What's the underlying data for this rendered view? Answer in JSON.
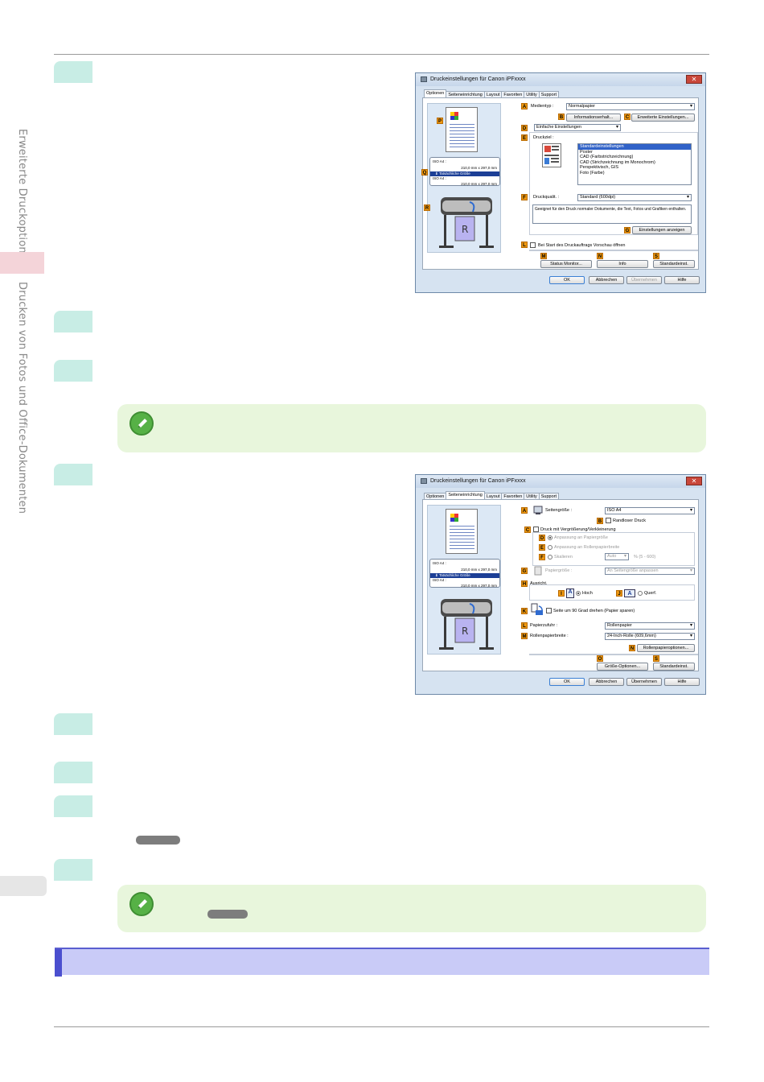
{
  "sidebar": {
    "tab1_label": "Erweiterte Druckoptionen",
    "tab2_label": "Drucken von Fotos und Office-Dokumenten"
  },
  "dialog1": {
    "title": "Druckeinstellungen für Canon iPFxxxx",
    "close": "✕",
    "tabs": [
      "Optionen",
      "Seiteneinrichtung",
      "Layout",
      "Favoriten",
      "Utility",
      "Support"
    ],
    "active_tab": 0,
    "medientyp_label": "Medientyp :",
    "medientyp_value": "Normalpapier",
    "info_button": "Informationserhalt...",
    "erweiterte_button": "Erweiterte Einstellungen...",
    "mode_value": "Einfache Einstellungen",
    "druckziel_label": "Druckziel :",
    "druckziel_items": [
      "Standardeinstellungen",
      "Poster",
      "CAD (Farbstrichzeichnung)",
      "CAD (Strichzeichnung im Monochrom)",
      "Perspektivisch, GIS",
      "Foto (Farbe)"
    ],
    "druckqualitaet_label": "Druckqualit. :",
    "druckqualitaet_value": "Standard (600dpi)",
    "desc_text": "Geeignet für den Druck normaler Dokumente, die Text, Fotos und Grafiken enthalten.",
    "einstellungen_button": "Einstellungen anzeigen",
    "vorschau_label": "Bei Start des Druckauftrags Vorschau öffnen",
    "status_button": "Status Monitor...",
    "info2_button": "Info",
    "standard_button": "Standardeinst.",
    "ok": "OK",
    "abbrechen": "Abbrechen",
    "uebernehmen": "Übernehmen",
    "hilfe": "Hilfe",
    "preview": {
      "size_top": "ISO A4 :",
      "size_top_dims": "210,0 mm x 297,0 mm",
      "size_bar": "Tatsächliche Größe",
      "size_bottom": "ISO A4 :",
      "size_bottom_dims": "210,0 mm x 297,0 mm"
    },
    "labels": {
      "A": "A",
      "B": "B",
      "C": "C",
      "D": "D",
      "E": "E",
      "F": "F",
      "G": "G",
      "L": "L",
      "M": "M",
      "N": "N",
      "S": "S",
      "P": "P",
      "Q": "Q",
      "R": "R"
    }
  },
  "dialog2": {
    "title": "Druckeinstellungen für Canon iPFxxxx",
    "close": "✕",
    "tabs": [
      "Optionen",
      "Seiteneinrichtung",
      "Layout",
      "Favoriten",
      "Utility",
      "Support"
    ],
    "active_tab": 1,
    "seitengroesse_label": "Seitengröße :",
    "seitengroesse_value": "ISO A4",
    "randlos_label": "Randloser Druck",
    "vergroesserung_label": "Druck mit Vergrößerung/Verkleinerung",
    "anpassung_papier": "Anpassung an Papiergröße",
    "anpassung_rolle": "Anpassung an Rollenpapierbreite",
    "skalieren": "Skalieren",
    "skalieren_value": "Auto",
    "skalieren_range": "% (5 - 600)",
    "papiergroesse_label": "Papiergröße :",
    "papiergroesse_value": "An Seitengröße anpassen",
    "ausricht_label": "Ausricht.",
    "hoch_label": "Hoch",
    "quer_label": "Querf.",
    "drehen_label": "Seite um 90 Grad drehen (Papier sparen)",
    "zufuhr_label": "Papierzufuhr :",
    "zufuhr_value": "Rollenpapier",
    "breite_label": "Rollenpapierbreite :",
    "breite_value": "24-Inch-Rolle (609,6mm)",
    "rollen_button": "Rollenpapieroptionen...",
    "groesse_button": "Größe-Optionen...",
    "standard_button": "Standardeinst.",
    "ok": "OK",
    "abbrechen": "Abbrechen",
    "uebernehmen": "Übernehmen",
    "hilfe": "Hilfe",
    "preview": {
      "size_top": "ISO A4 :",
      "size_top_dims": "210,0 mm x 297,0 mm",
      "size_bar": "Tatsächliche Größe",
      "size_bottom": "ISO A4 :",
      "size_bottom_dims": "210,0 mm x 297,0 mm"
    },
    "labels": {
      "A": "A",
      "B": "B",
      "C": "C",
      "D": "D",
      "E": "E",
      "F": "F",
      "G": "G",
      "H": "H",
      "I": "I",
      "J": "J",
      "K": "K",
      "L": "L",
      "M": "M",
      "N": "N",
      "O": "O",
      "S": "S"
    }
  },
  "colors": {
    "step_marker": "#c8ede5",
    "note_bg": "#e8f6dc",
    "note_icon": "#56b146",
    "section_bar": "#c9cbf7",
    "section_accent": "#4b4fcf",
    "side_tab_active": "#f4d4d9",
    "side_tab_page": "#e6e6e6",
    "label_orange": "#f09a12"
  },
  "icons": {
    "note": "pencil-note-icon"
  }
}
